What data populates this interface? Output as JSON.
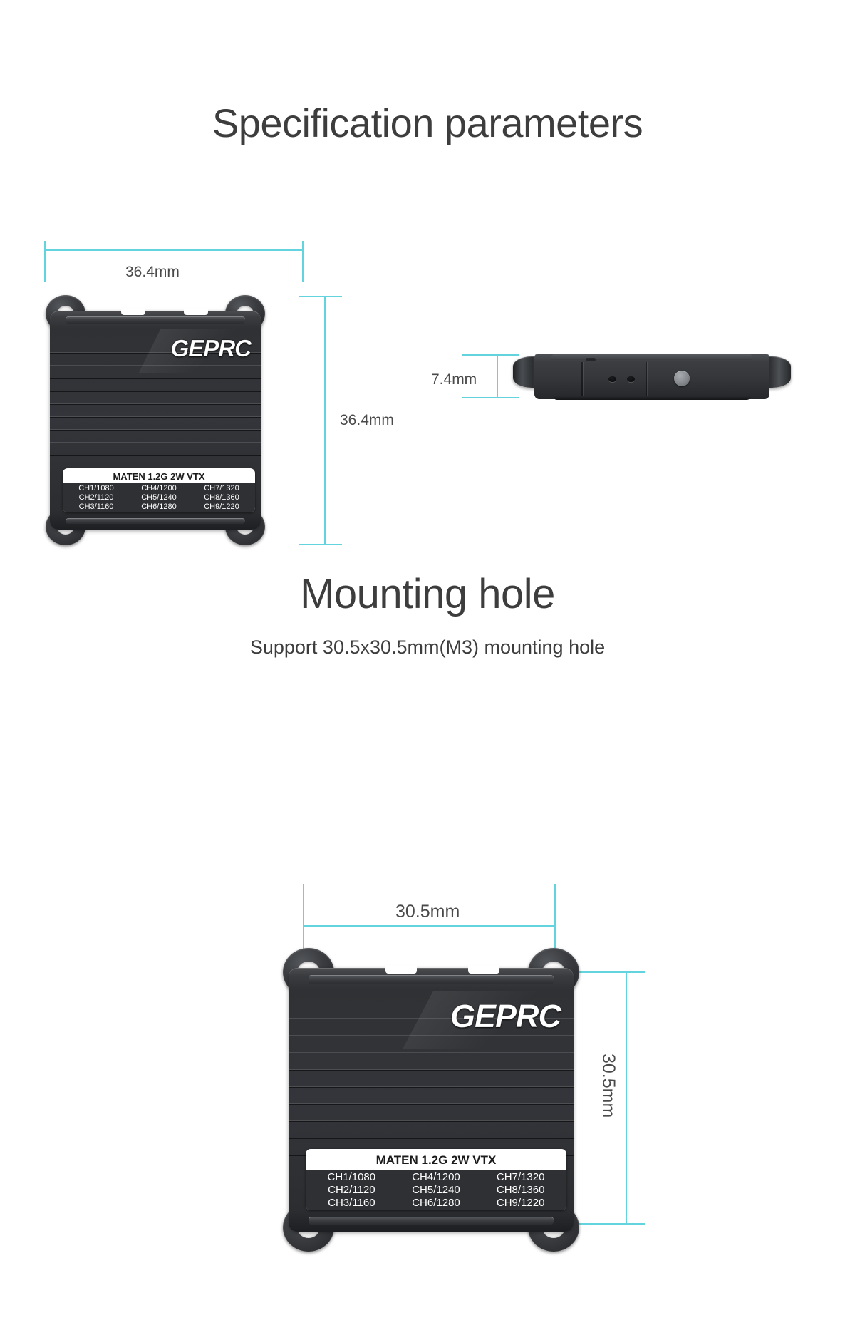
{
  "page": {
    "background": "#ffffff",
    "accent_cyan": "#63d3dd",
    "text_color": "#3d3d3d"
  },
  "sections": {
    "spec": {
      "heading": "Specification parameters",
      "dimensions": {
        "width": "36.4mm",
        "height": "36.4mm",
        "thickness": "7.4mm"
      }
    },
    "mounting": {
      "heading": "Mounting hole",
      "subtitle": "Support 30.5x30.5mm(M3) mounting hole",
      "dimensions": {
        "horizontal": "30.5mm",
        "vertical": "30.5mm"
      }
    }
  },
  "product": {
    "brand_logo": "GEPRC",
    "label": {
      "title": "MATEN 1.2G 2W VTX",
      "channels": [
        "CH1/1080",
        "CH4/1200",
        "CH7/1320",
        "CH2/1120",
        "CH5/1240",
        "CH8/1360",
        "CH3/1160",
        "CH6/1280",
        "CH9/1220"
      ]
    }
  }
}
